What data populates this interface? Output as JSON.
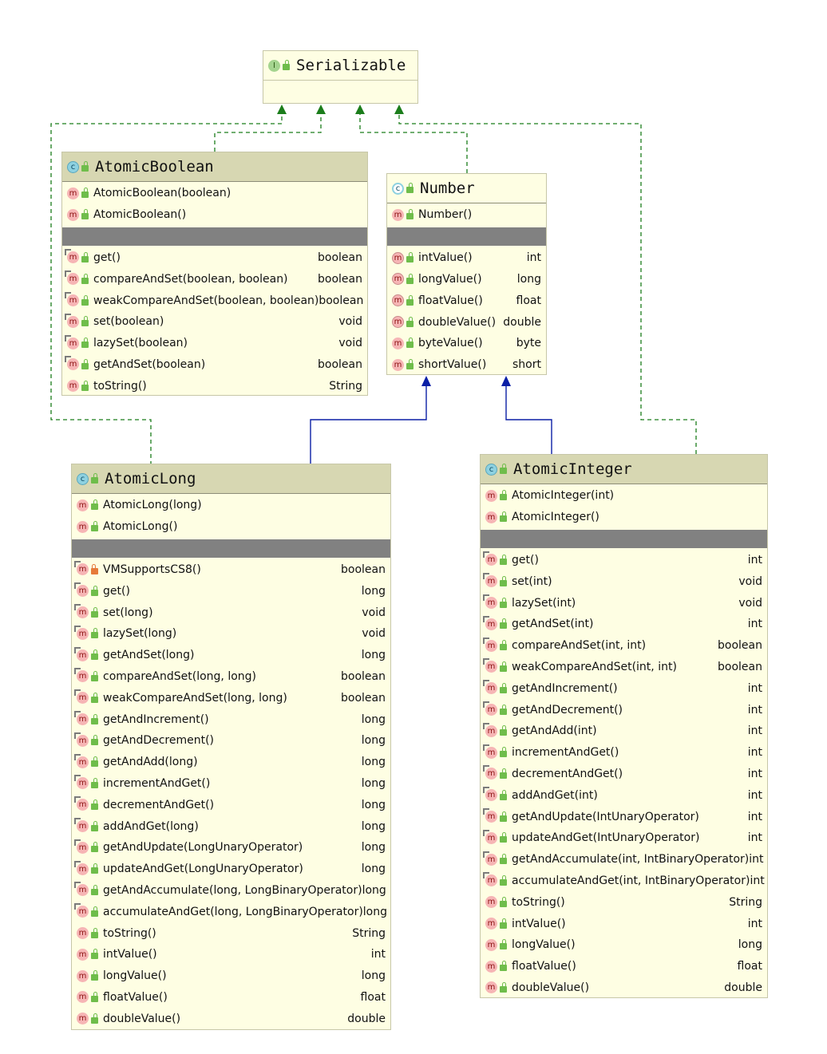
{
  "serializable": {
    "title": "Serializable",
    "kind": "I"
  },
  "atomicBoolean": {
    "title": "AtomicBoolean",
    "constructors": [
      {
        "name": "AtomicBoolean(boolean)"
      },
      {
        "name": "AtomicBoolean()"
      }
    ],
    "methods": [
      {
        "name": "get()",
        "type": "boolean",
        "overrides": true
      },
      {
        "name": "compareAndSet(boolean, boolean)",
        "type": "boolean",
        "overrides": true
      },
      {
        "name": "weakCompareAndSet(boolean, boolean)",
        "type": "boolean",
        "overrides": true
      },
      {
        "name": "set(boolean)",
        "type": "void",
        "overrides": true
      },
      {
        "name": "lazySet(boolean)",
        "type": "void",
        "overrides": true
      },
      {
        "name": "getAndSet(boolean)",
        "type": "boolean",
        "overrides": true
      },
      {
        "name": "toString()",
        "type": "String",
        "overrides": false
      }
    ]
  },
  "number": {
    "title": "Number",
    "constructors": [
      {
        "name": "Number()"
      }
    ],
    "methods": [
      {
        "name": "intValue()",
        "type": "int",
        "abstract": true
      },
      {
        "name": "longValue()",
        "type": "long",
        "abstract": true
      },
      {
        "name": "floatValue()",
        "type": "float",
        "abstract": true
      },
      {
        "name": "doubleValue()",
        "type": "double",
        "abstract": true
      },
      {
        "name": "byteValue()",
        "type": "byte",
        "abstract": false
      },
      {
        "name": "shortValue()",
        "type": "short",
        "abstract": false
      }
    ]
  },
  "atomicLong": {
    "title": "AtomicLong",
    "constructors": [
      {
        "name": "AtomicLong(long)"
      },
      {
        "name": "AtomicLong()"
      }
    ],
    "methods": [
      {
        "name": "VMSupportsCS8()",
        "type": "boolean",
        "private": true,
        "overrides": true
      },
      {
        "name": "get()",
        "type": "long",
        "overrides": true
      },
      {
        "name": "set(long)",
        "type": "void",
        "overrides": true
      },
      {
        "name": "lazySet(long)",
        "type": "void",
        "overrides": true
      },
      {
        "name": "getAndSet(long)",
        "type": "long",
        "overrides": true
      },
      {
        "name": "compareAndSet(long, long)",
        "type": "boolean",
        "overrides": true
      },
      {
        "name": "weakCompareAndSet(long, long)",
        "type": "boolean",
        "overrides": true
      },
      {
        "name": "getAndIncrement()",
        "type": "long",
        "overrides": true
      },
      {
        "name": "getAndDecrement()",
        "type": "long",
        "overrides": true
      },
      {
        "name": "getAndAdd(long)",
        "type": "long",
        "overrides": true
      },
      {
        "name": "incrementAndGet()",
        "type": "long",
        "overrides": true
      },
      {
        "name": "decrementAndGet()",
        "type": "long",
        "overrides": true
      },
      {
        "name": "addAndGet(long)",
        "type": "long",
        "overrides": true
      },
      {
        "name": "getAndUpdate(LongUnaryOperator)",
        "type": "long",
        "overrides": true
      },
      {
        "name": "updateAndGet(LongUnaryOperator)",
        "type": "long",
        "overrides": true
      },
      {
        "name": "getAndAccumulate(long, LongBinaryOperator)",
        "type": "long",
        "overrides": true
      },
      {
        "name": "accumulateAndGet(long, LongBinaryOperator)",
        "type": "long",
        "overrides": true
      },
      {
        "name": "toString()",
        "type": "String",
        "overrides": false
      },
      {
        "name": "intValue()",
        "type": "int",
        "overrides": false
      },
      {
        "name": "longValue()",
        "type": "long",
        "overrides": false
      },
      {
        "name": "floatValue()",
        "type": "float",
        "overrides": false
      },
      {
        "name": "doubleValue()",
        "type": "double",
        "overrides": false
      }
    ]
  },
  "atomicInteger": {
    "title": "AtomicInteger",
    "constructors": [
      {
        "name": "AtomicInteger(int)"
      },
      {
        "name": "AtomicInteger()"
      }
    ],
    "methods": [
      {
        "name": "get()",
        "type": "int",
        "overrides": true
      },
      {
        "name": "set(int)",
        "type": "void",
        "overrides": true
      },
      {
        "name": "lazySet(int)",
        "type": "void",
        "overrides": true
      },
      {
        "name": "getAndSet(int)",
        "type": "int",
        "overrides": true
      },
      {
        "name": "compareAndSet(int, int)",
        "type": "boolean",
        "overrides": true
      },
      {
        "name": "weakCompareAndSet(int, int)",
        "type": "boolean",
        "overrides": true
      },
      {
        "name": "getAndIncrement()",
        "type": "int",
        "overrides": true
      },
      {
        "name": "getAndDecrement()",
        "type": "int",
        "overrides": true
      },
      {
        "name": "getAndAdd(int)",
        "type": "int",
        "overrides": true
      },
      {
        "name": "incrementAndGet()",
        "type": "int",
        "overrides": true
      },
      {
        "name": "decrementAndGet()",
        "type": "int",
        "overrides": true
      },
      {
        "name": "addAndGet(int)",
        "type": "int",
        "overrides": true
      },
      {
        "name": "getAndUpdate(IntUnaryOperator)",
        "type": "int",
        "overrides": true
      },
      {
        "name": "updateAndGet(IntUnaryOperator)",
        "type": "int",
        "overrides": true
      },
      {
        "name": "getAndAccumulate(int, IntBinaryOperator)",
        "type": "int",
        "overrides": true
      },
      {
        "name": "accumulateAndGet(int, IntBinaryOperator)",
        "type": "int",
        "overrides": true
      },
      {
        "name": "toString()",
        "type": "String",
        "overrides": false
      },
      {
        "name": "intValue()",
        "type": "int",
        "overrides": false
      },
      {
        "name": "longValue()",
        "type": "long",
        "overrides": false
      },
      {
        "name": "floatValue()",
        "type": "float",
        "overrides": false
      },
      {
        "name": "doubleValue()",
        "type": "double",
        "overrides": false
      }
    ]
  },
  "colors": {
    "implements": "#1b7d1b",
    "extends": "#0b1fa6",
    "boxFill": "#fefee3",
    "headFill": "#d7d7b2",
    "separator": "#818181"
  }
}
